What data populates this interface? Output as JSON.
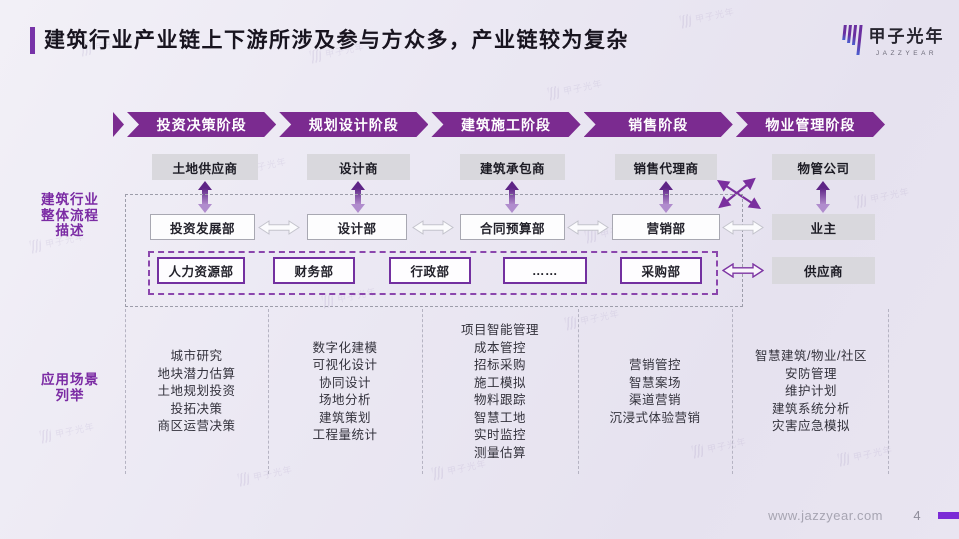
{
  "page": {
    "title": "建筑行业产业链上下游所涉及参与方众多，产业链较为复杂",
    "footer_url": "www.jazzyear.com",
    "page_number": "4",
    "watermark_text": "甲子光年"
  },
  "logo": {
    "brand": "甲子光年",
    "subtitle": "JAZZYEAR"
  },
  "colors": {
    "accent_purple": "#7B2B90",
    "arrow_purple": "#7A2F9E",
    "footer_bar_purple": "#7C2BD6",
    "box_gray": "#D9D8DD"
  },
  "left_labels": {
    "process": "建筑行业\n整体流程\n描述",
    "applications": "应用场景\n列举"
  },
  "stages": [
    {
      "label": "投资决策阶段",
      "external_party": "土地供应商",
      "department": "投资发展部",
      "applications": [
        "城市研究",
        "地块潜力估算",
        "土地规划投资",
        "投拓决策",
        "商区运营决策"
      ]
    },
    {
      "label": "规划设计阶段",
      "external_party": "设计商",
      "department": "设计部",
      "applications": [
        "数字化建模",
        "可视化设计",
        "协同设计",
        "场地分析",
        "建筑策划",
        "工程量统计"
      ]
    },
    {
      "label": "建筑施工阶段",
      "external_party": "建筑承包商",
      "department": "合同预算部",
      "applications": [
        "项目智能管理",
        "成本管控",
        "招标采购",
        "施工模拟",
        "物料跟踪",
        "智慧工地",
        "实时监控",
        "测量估算"
      ]
    },
    {
      "label": "销售阶段",
      "external_party": "销售代理商",
      "department": "营销部",
      "applications": [
        "营销管控",
        "智慧案场",
        "渠道营销",
        "沉浸式体验营销"
      ]
    },
    {
      "label": "物业管理阶段",
      "external_party": "物管公司",
      "applications": [
        "智慧建筑/物业/社区",
        "安防管理",
        "维护计划",
        "建筑系统分析",
        "灾害应急模拟"
      ]
    }
  ],
  "support_departments": [
    "人力资源部",
    "财务部",
    "行政部",
    "……",
    "采购部"
  ],
  "right_entities": {
    "owner": "业主",
    "supplier": "供应商"
  }
}
